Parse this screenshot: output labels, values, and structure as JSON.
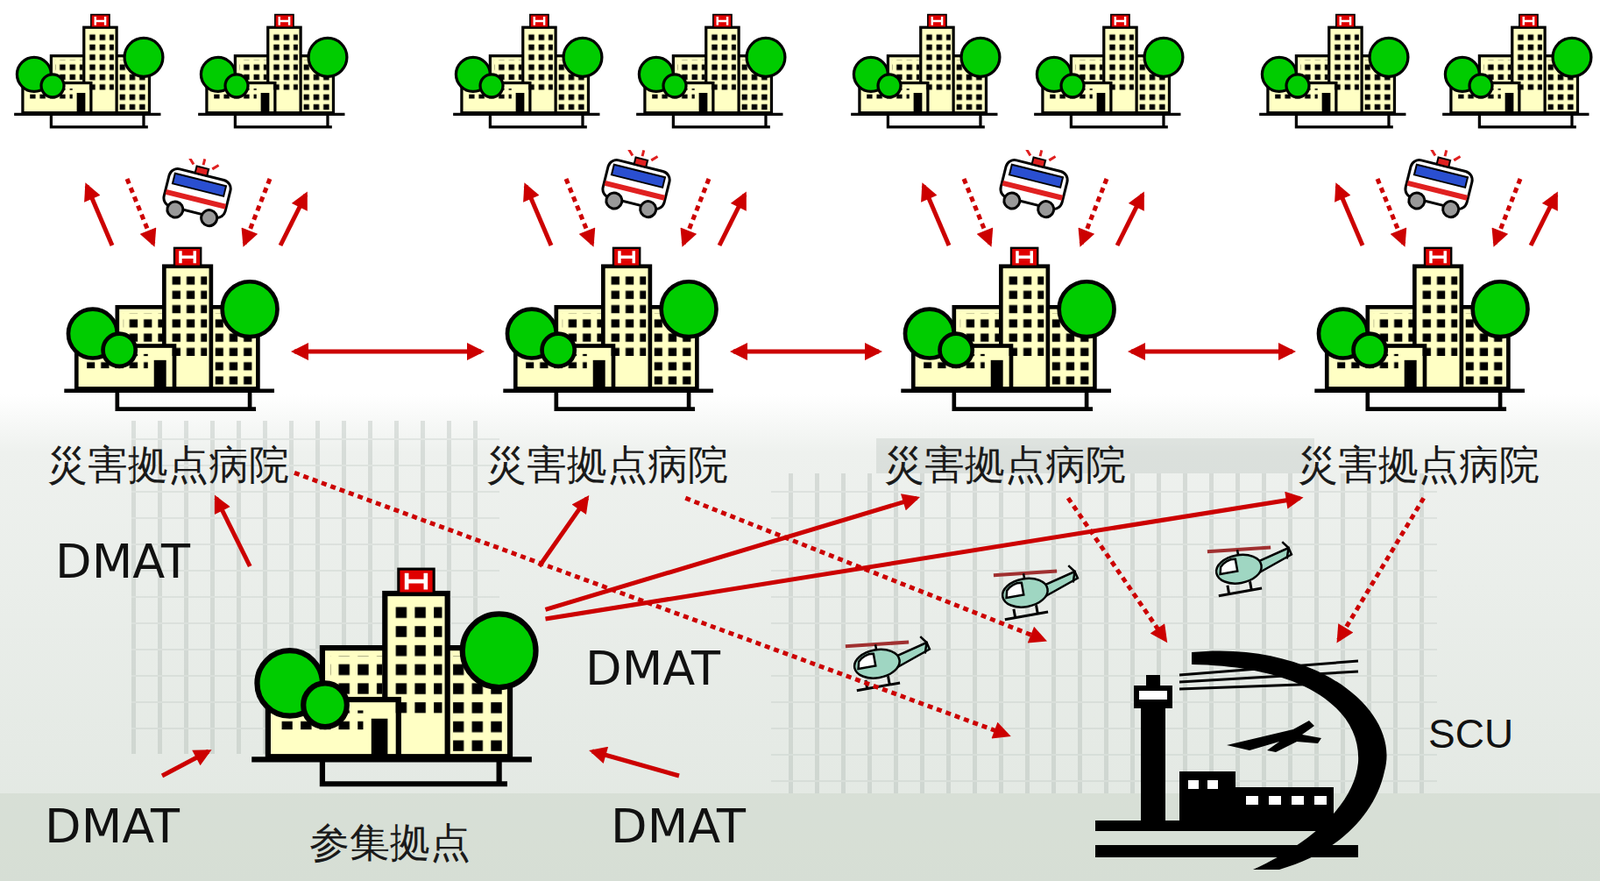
{
  "diagram": {
    "nodes": [
      {
        "text": [
          "災害拠点病院"
        ]
      },
      {
        "text": [
          "災害拠点病院"
        ]
      },
      {
        "text": [
          "災害拠点病院"
        ]
      },
      {
        "text": [
          "災害拠点病院"
        ]
      },
      {
        "text": [
          "参集拠点"
        ]
      },
      {
        "text": [
          "SCU"
        ]
      }
    ],
    "edges": [
      {
        "from": 0,
        "to": 1,
        "arrow": "both"
      },
      {
        "from": 1,
        "to": 2,
        "arrow": "both"
      },
      {
        "from": 2,
        "to": 3,
        "arrow": "both"
      },
      {
        "from": 4,
        "to": 0,
        "arrow": "to"
      },
      {
        "from": 4,
        "to": 1,
        "arrow": "to"
      },
      {
        "from": 4,
        "to": 2,
        "arrow": "to"
      },
      {
        "from": 4,
        "to": 3,
        "arrow": "to"
      },
      {
        "from": 0,
        "to": 5,
        "arrow": "to"
      },
      {
        "from": 1,
        "to": 5,
        "arrow": "to"
      },
      {
        "from": 2,
        "to": 5,
        "arrow": "to"
      },
      {
        "from": 3,
        "to": 5,
        "arrow": "to"
      }
    ],
    "labels": [
      "DMAT",
      "DMAT",
      "DMAT",
      "DMAT"
    ]
  }
}
